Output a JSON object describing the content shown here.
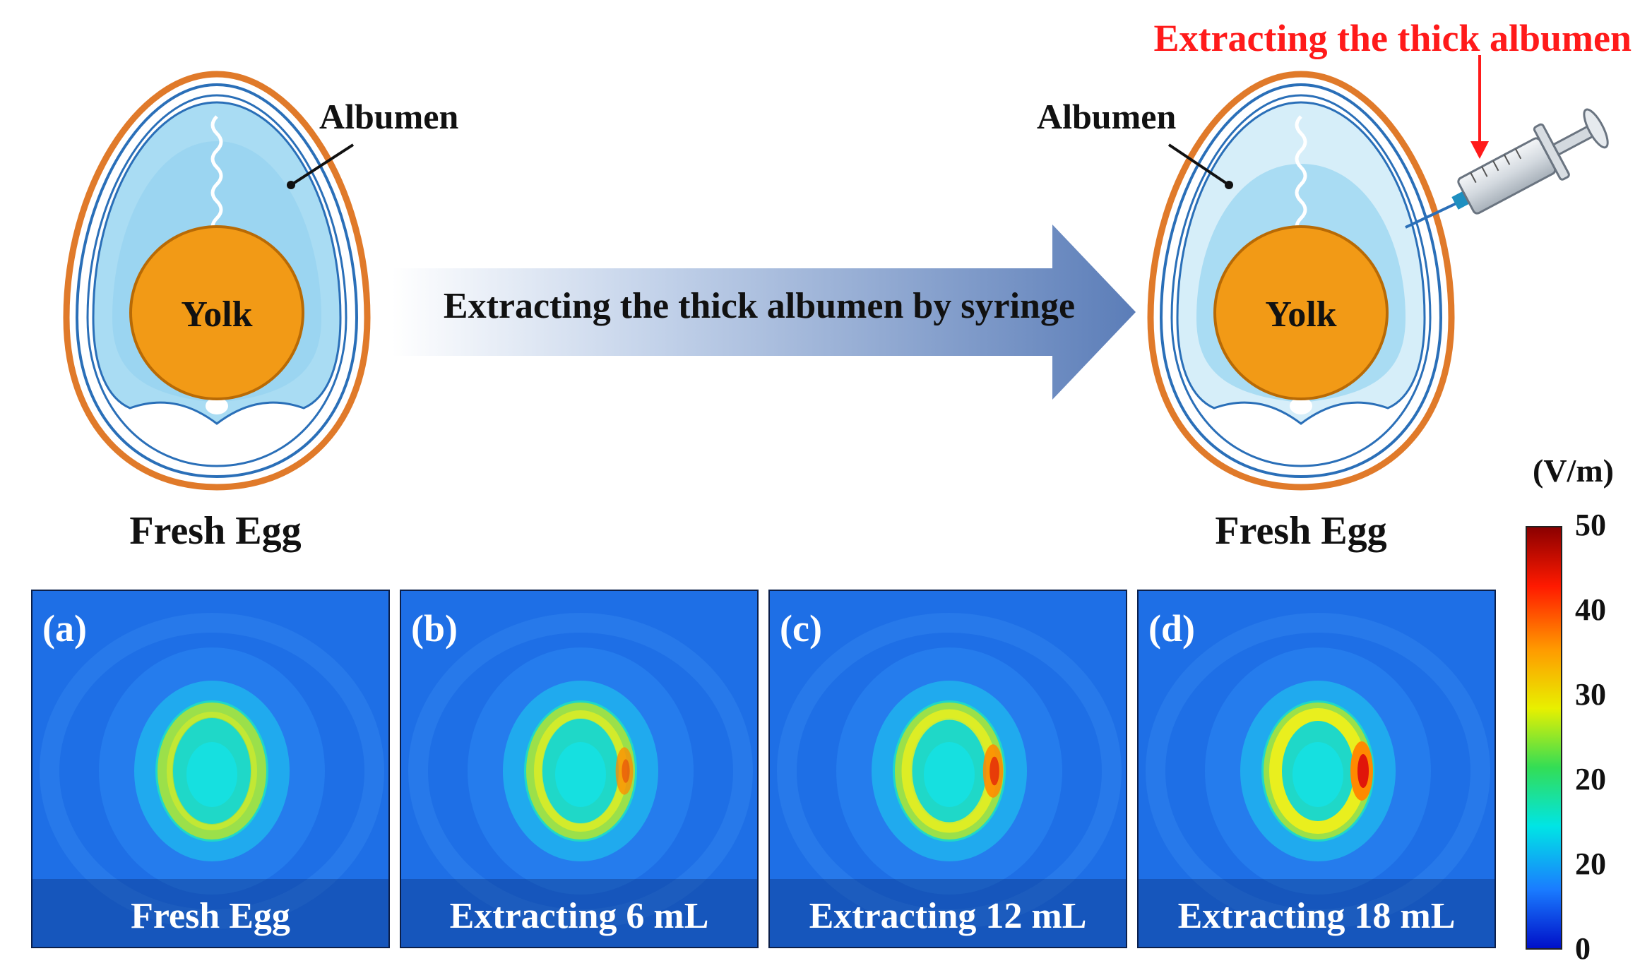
{
  "top_diagram": {
    "left_egg": {
      "yolk_label": "Yolk",
      "albumen_label": "Albumen",
      "caption": "Fresh Egg"
    },
    "arrow_label": "Extracting the thick albumen by syringe",
    "right_egg": {
      "yolk_label": "Yolk",
      "albumen_label": "Albumen",
      "caption": "Fresh Egg"
    },
    "syringe_label": "Extracting the thick albumen",
    "syringe_label_color": "#ff1a1a"
  },
  "panels": [
    {
      "letter": "(a)",
      "caption": "Fresh Egg",
      "hot_intensity": 0.0
    },
    {
      "letter": "(b)",
      "caption": "Extracting 6 mL",
      "hot_intensity": 0.4
    },
    {
      "letter": "(c)",
      "caption": "Extracting 12 mL",
      "hot_intensity": 0.7
    },
    {
      "letter": "(d)",
      "caption": "Extracting 18 mL",
      "hot_intensity": 1.0
    }
  ],
  "colorbar": {
    "unit": "(V/m)",
    "ticks": [
      "50",
      "40",
      "30",
      "20",
      "20",
      "0"
    ],
    "colors": [
      "#8b0000",
      "#ff1a00",
      "#ff9a00",
      "#e8f000",
      "#33dd55",
      "#00e5e5",
      "#1a7cff",
      "#0010c8"
    ]
  },
  "colors": {
    "shell": "#e07a2a",
    "albumen": "#a9dcf3",
    "yolk": "#f29a16",
    "panel_bg": "#1e6fe6"
  }
}
